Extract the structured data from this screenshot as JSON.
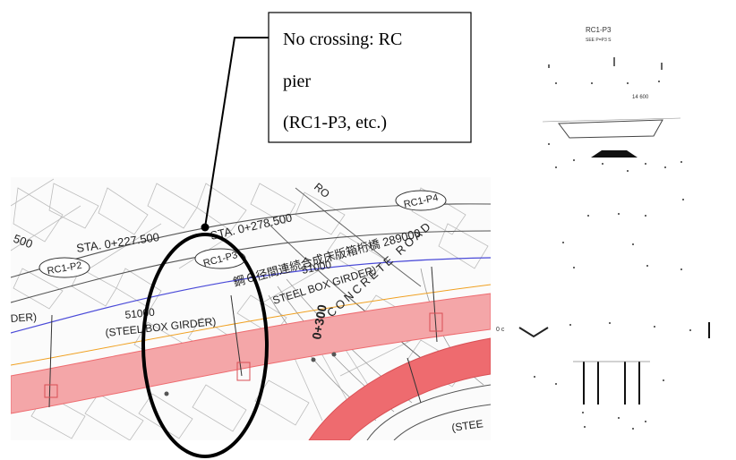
{
  "callout": {
    "lines": [
      "No crossing: RC",
      "pier",
      "(RC1-P3, etc.)"
    ]
  },
  "plan": {
    "labels": {
      "sta_278": "STA. 0+278.500",
      "sta_227": "STA. 0+227.500",
      "sta_partial": "500",
      "pier_p2": "RC1-P2",
      "pier_p3": "RC1-P3",
      "pier_p4": "RC1-P4",
      "bridge_name": "鋼６径間連続合成床版箱桁橋 289000",
      "span_51000_a": "51000",
      "span_51000_b": "51000",
      "steel_box_girder_a": "(STEEL BOX GIRDER)",
      "steel_box_girder_b": "STEEL BOX GIRDER)",
      "steel_box_girder_c": "(STEE",
      "girder_left_partial": "DER)",
      "concrete_road": "CONCRETE ROAD",
      "chainage": "0+300",
      "ro_partial": "RO"
    },
    "colors": {
      "road_band": "#f4a6a8",
      "road_band_dark": "#ee6b6f",
      "alignment_blue": "#4a4ad8",
      "orange_line": "#f0a020",
      "ellipse": "#000000"
    }
  },
  "detail": {
    "title": "RC1-P3",
    "subtitle": "SEE P=P3 S",
    "dimension": "14 600",
    "axis_label": "0 c"
  }
}
